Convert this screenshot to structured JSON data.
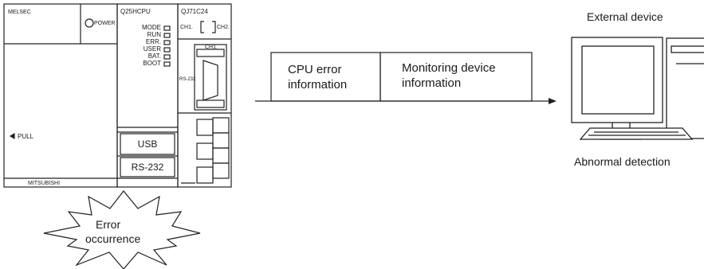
{
  "plc": {
    "power_module": {
      "brand": "MELSEC",
      "power_label": "POWER",
      "pull_label": "PULL",
      "maker": "MITSUBISHI"
    },
    "cpu_module": {
      "model": "Q25HCPU",
      "leds": [
        "MODE",
        "RUN",
        "ERR.",
        "USER",
        "BAT.",
        "BOOT"
      ],
      "usb_label": "USB",
      "rs232_label": "RS-232"
    },
    "serial_module": {
      "model": "QJ71C24",
      "ch1_label": "CH1.",
      "ch2_label": "CH2.",
      "port_ch1_label": "CH1.",
      "port_rs232_label": "RS-232"
    }
  },
  "error_burst": {
    "line1": "Error",
    "line2": "occurrence"
  },
  "transmission": {
    "cells": [
      {
        "line1": "CPU error",
        "line2": "information"
      },
      {
        "line1": "Monitoring device",
        "line2": "information"
      }
    ]
  },
  "external_device": {
    "title": "External device",
    "caption": "Abnormal detection"
  }
}
